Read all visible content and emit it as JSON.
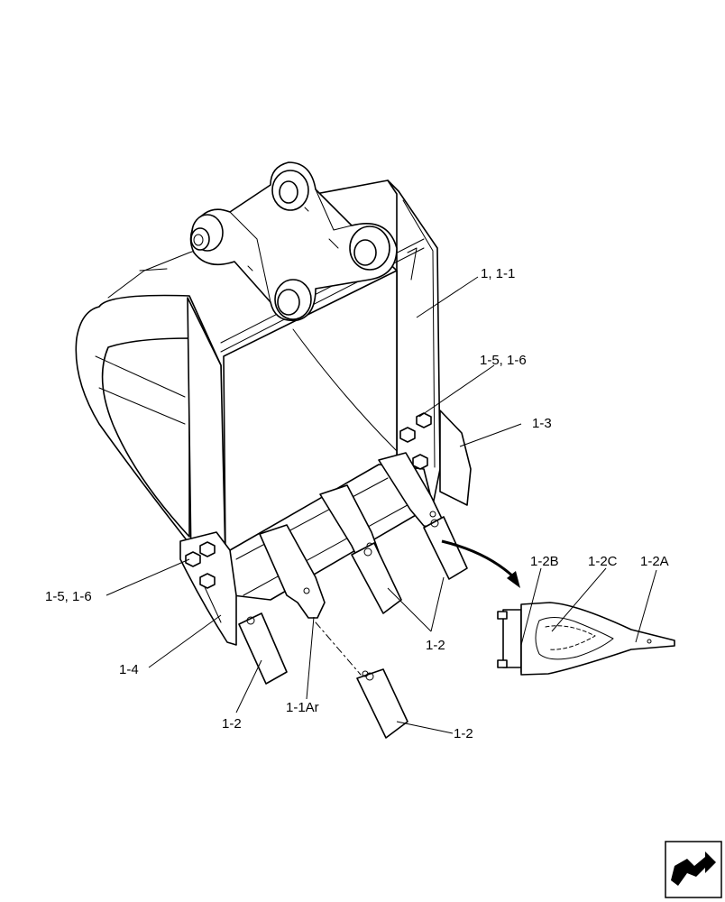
{
  "diagram": {
    "callouts": {
      "c_1_1": "1, 1-1",
      "c_1_5_1_6_right": "1-5, 1-6",
      "c_1_3": "1-3",
      "c_1_5_1_6_left": "1-5, 1-6",
      "c_1_4": "1-4",
      "c_1_2_left": "1-2",
      "c_1_1ar": "1-1Ar",
      "c_1_2_middle": "1-2",
      "c_1_2_lower": "1-2",
      "c_1_2b": "1-2B",
      "c_1_2c": "1-2C",
      "c_1_2a": "1-2A"
    },
    "nav_icon": "next-page-arrow-icon"
  }
}
